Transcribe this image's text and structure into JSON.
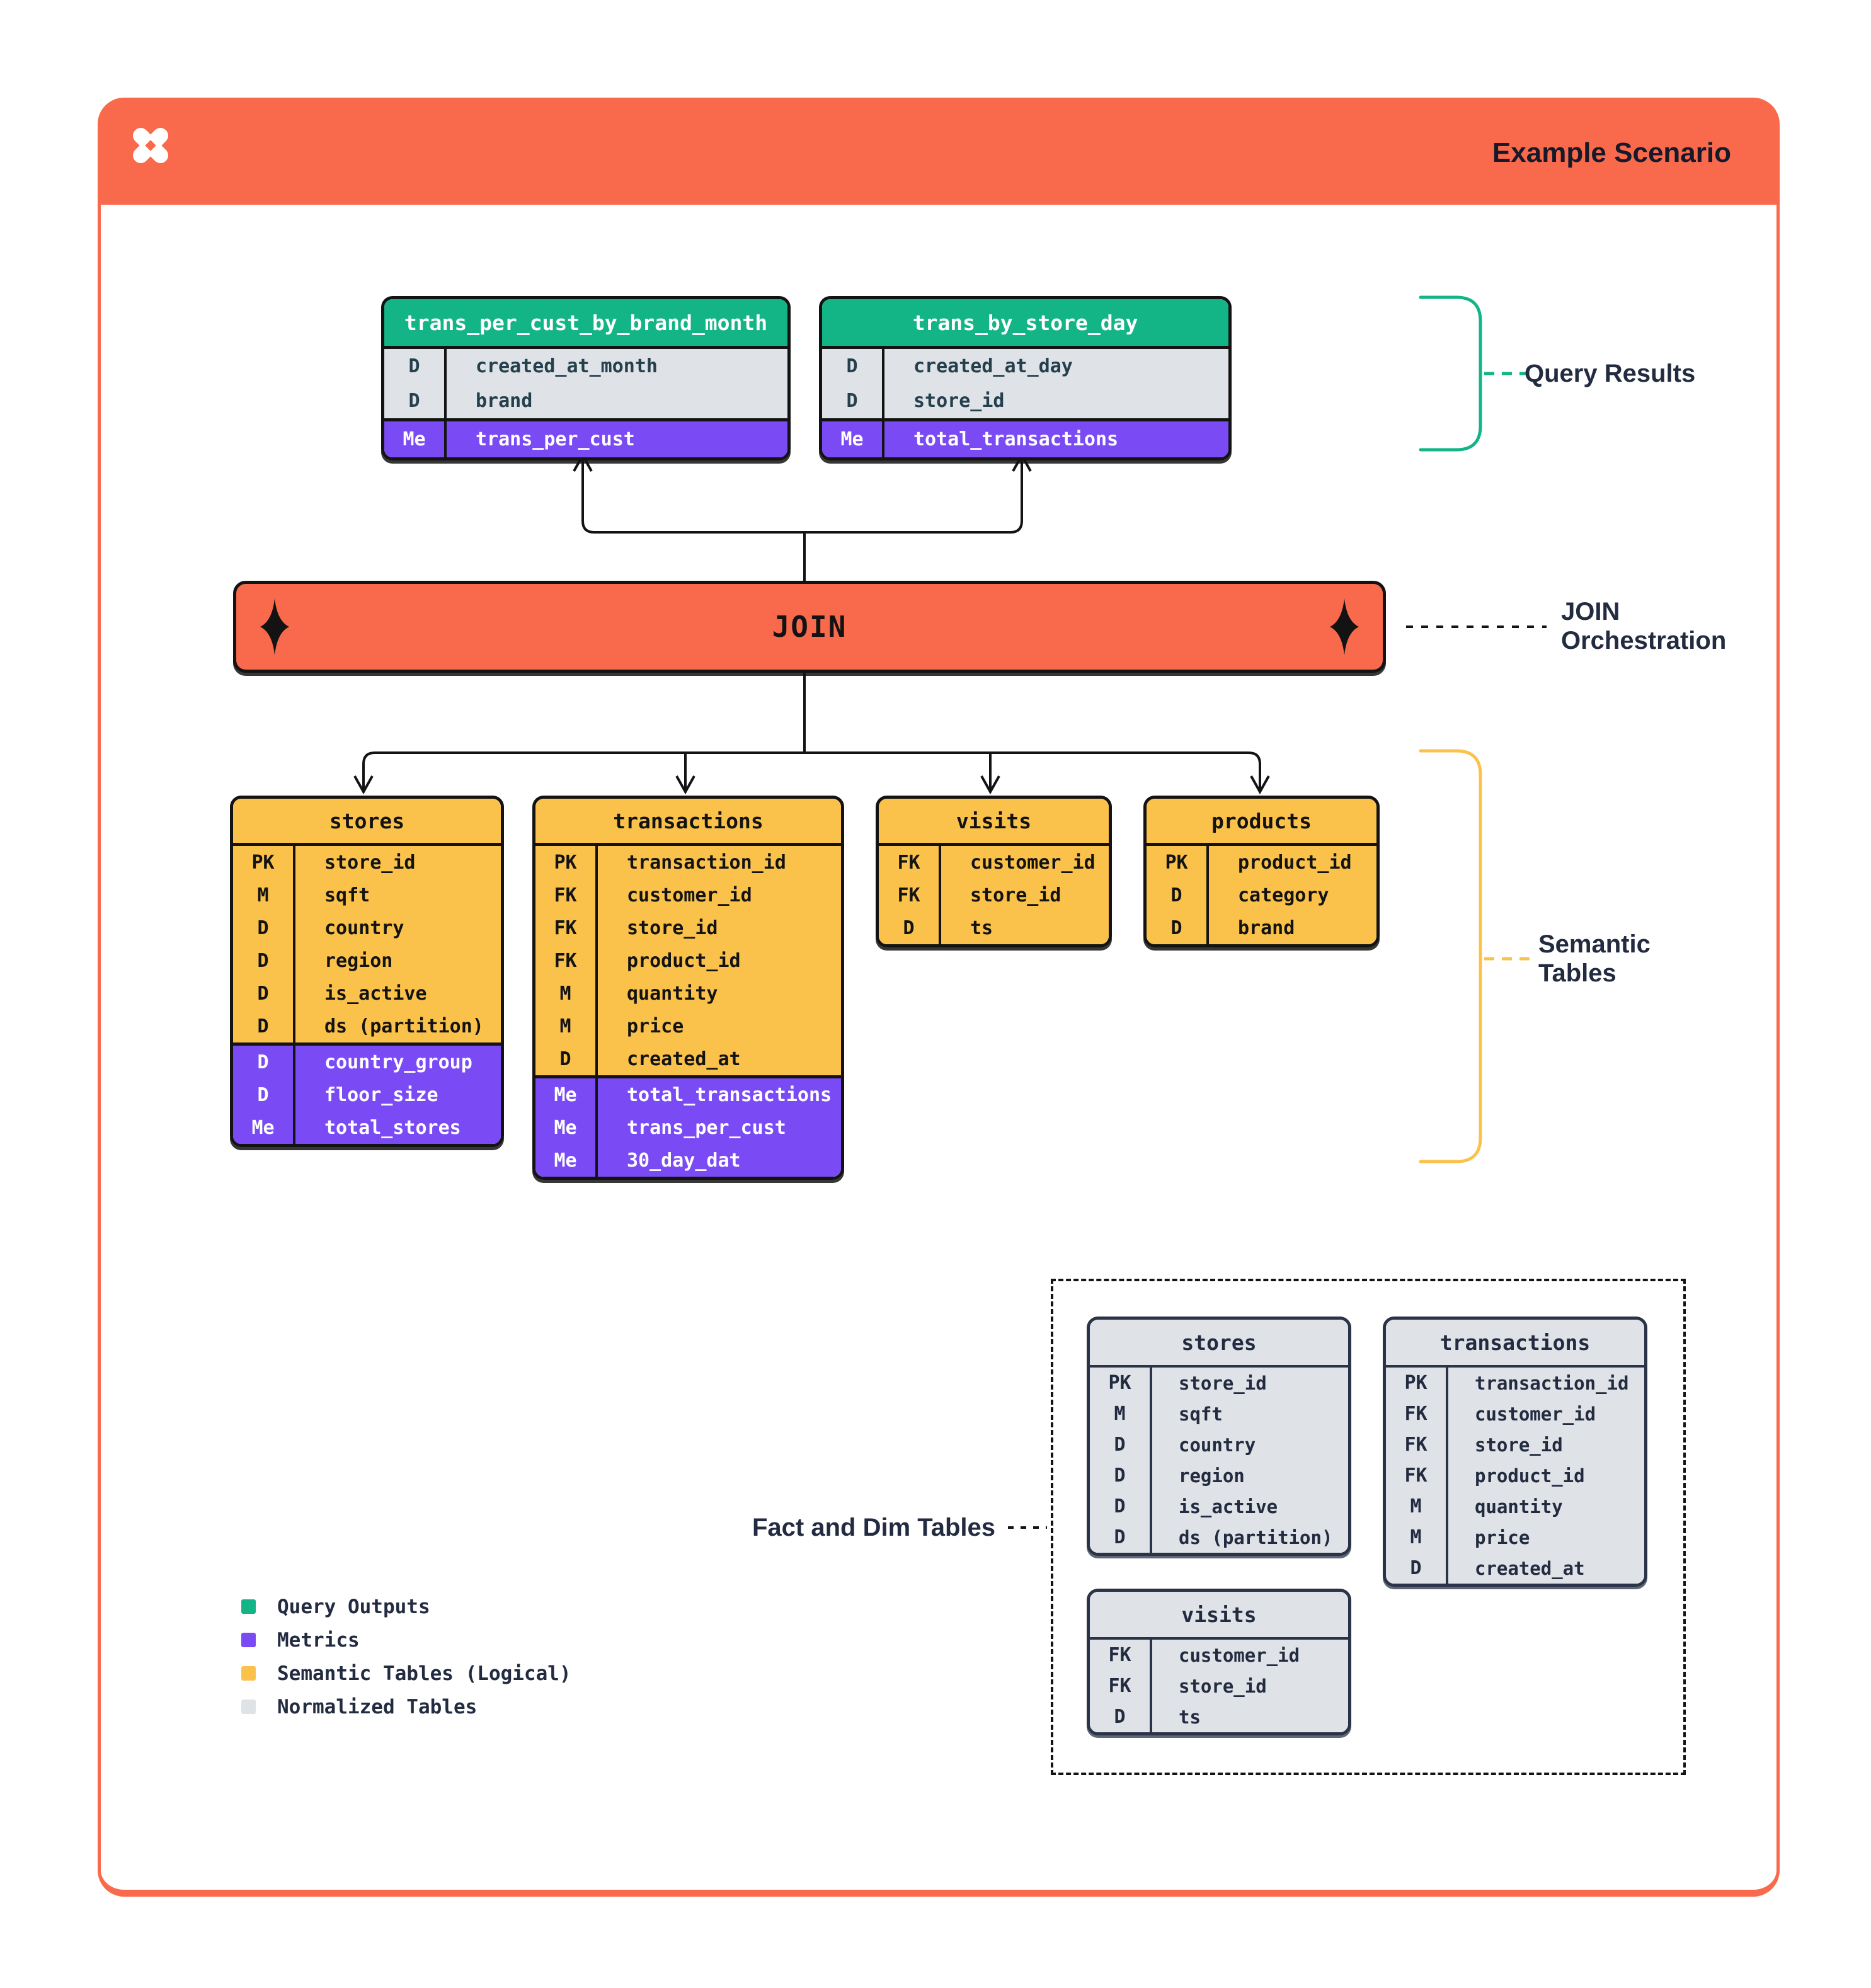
{
  "header": {
    "title": "Example Scenario",
    "logo": "dbt-logo"
  },
  "join": {
    "label": "JOIN"
  },
  "annotations": {
    "query_results": "Query Results",
    "join_orchestration_line1": "JOIN",
    "join_orchestration_line2": "Orchestration",
    "semantic_tables_line1": "Semantic",
    "semantic_tables_line2": "Tables",
    "fact_and_dim": "Fact and Dim Tables"
  },
  "query_result_tables": [
    {
      "name": "trans_per_cust_by_brand_month",
      "rows": [
        {
          "badge": "D",
          "field": "created_at_month",
          "section": "base"
        },
        {
          "badge": "D",
          "field": "brand",
          "section": "base"
        },
        {
          "badge": "Me",
          "field": "trans_per_cust",
          "section": "metric"
        }
      ]
    },
    {
      "name": "trans_by_store_day",
      "rows": [
        {
          "badge": "D",
          "field": "created_at_day",
          "section": "base"
        },
        {
          "badge": "D",
          "field": "store_id",
          "section": "base"
        },
        {
          "badge": "Me",
          "field": "total_transactions",
          "section": "metric"
        }
      ]
    }
  ],
  "semantic_tables": [
    {
      "name": "stores",
      "rows": [
        {
          "badge": "PK",
          "field": "store_id",
          "section": "base"
        },
        {
          "badge": "M",
          "field": "sqft",
          "section": "base"
        },
        {
          "badge": "D",
          "field": "country",
          "section": "base"
        },
        {
          "badge": "D",
          "field": "region",
          "section": "base"
        },
        {
          "badge": "D",
          "field": "is_active",
          "section": "base"
        },
        {
          "badge": "D",
          "field": "ds (partition)",
          "section": "base"
        },
        {
          "badge": "D",
          "field": "country_group",
          "section": "metric"
        },
        {
          "badge": "D",
          "field": "floor_size",
          "section": "metric"
        },
        {
          "badge": "Me",
          "field": "total_stores",
          "section": "metric"
        }
      ]
    },
    {
      "name": "transactions",
      "rows": [
        {
          "badge": "PK",
          "field": "transaction_id",
          "section": "base"
        },
        {
          "badge": "FK",
          "field": "customer_id",
          "section": "base"
        },
        {
          "badge": "FK",
          "field": "store_id",
          "section": "base"
        },
        {
          "badge": "FK",
          "field": "product_id",
          "section": "base"
        },
        {
          "badge": "M",
          "field": "quantity",
          "section": "base"
        },
        {
          "badge": "M",
          "field": "price",
          "section": "base"
        },
        {
          "badge": "D",
          "field": "created_at",
          "section": "base"
        },
        {
          "badge": "Me",
          "field": "total_transactions",
          "section": "metric"
        },
        {
          "badge": "Me",
          "field": "trans_per_cust",
          "section": "metric"
        },
        {
          "badge": "Me",
          "field": "30_day_dat",
          "section": "metric"
        }
      ]
    },
    {
      "name": "visits",
      "rows": [
        {
          "badge": "FK",
          "field": "customer_id",
          "section": "base"
        },
        {
          "badge": "FK",
          "field": "store_id",
          "section": "base"
        },
        {
          "badge": "D",
          "field": "ts",
          "section": "base"
        }
      ]
    },
    {
      "name": "products",
      "rows": [
        {
          "badge": "PK",
          "field": "product_id",
          "section": "base"
        },
        {
          "badge": "D",
          "field": "category",
          "section": "base"
        },
        {
          "badge": "D",
          "field": "brand",
          "section": "base"
        }
      ]
    }
  ],
  "normalized_tables": [
    {
      "name": "stores",
      "rows": [
        {
          "badge": "PK",
          "field": "store_id",
          "section": "base"
        },
        {
          "badge": "M",
          "field": "sqft",
          "section": "base"
        },
        {
          "badge": "D",
          "field": "country",
          "section": "base"
        },
        {
          "badge": "D",
          "field": "region",
          "section": "base"
        },
        {
          "badge": "D",
          "field": "is_active",
          "section": "base"
        },
        {
          "badge": "D",
          "field": "ds (partition)",
          "section": "base"
        }
      ]
    },
    {
      "name": "transactions",
      "rows": [
        {
          "badge": "PK",
          "field": "transaction_id",
          "section": "base"
        },
        {
          "badge": "FK",
          "field": "customer_id",
          "section": "base"
        },
        {
          "badge": "FK",
          "field": "store_id",
          "section": "base"
        },
        {
          "badge": "FK",
          "field": "product_id",
          "section": "base"
        },
        {
          "badge": "M",
          "field": "quantity",
          "section": "base"
        },
        {
          "badge": "M",
          "field": "price",
          "section": "base"
        },
        {
          "badge": "D",
          "field": "created_at",
          "section": "base"
        }
      ]
    },
    {
      "name": "visits",
      "rows": [
        {
          "badge": "FK",
          "field": "customer_id",
          "section": "base"
        },
        {
          "badge": "FK",
          "field": "store_id",
          "section": "base"
        },
        {
          "badge": "D",
          "field": "ts",
          "section": "base"
        }
      ]
    }
  ],
  "legend": [
    {
      "color": "#13b587",
      "label": "Query Outputs"
    },
    {
      "color": "#7a4bf5",
      "label": "Metrics"
    },
    {
      "color": "#fbc24b",
      "label": "Semantic Tables (Logical)"
    },
    {
      "color": "#dfe2e6",
      "label": "Normalized Tables"
    }
  ],
  "colors": {
    "orange": "#f96a4c",
    "green": "#13b587",
    "purple": "#7a4bf5",
    "yellow": "#fbc24b",
    "gray": "#dfe2e6",
    "navy": "#232b40",
    "black": "#131313"
  }
}
